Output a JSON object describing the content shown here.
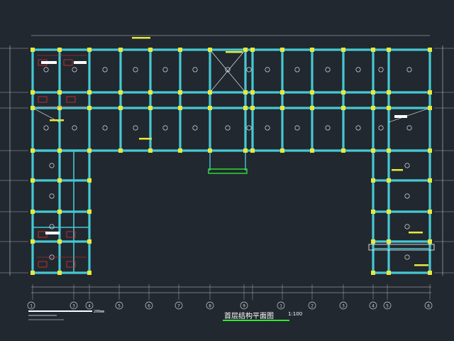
{
  "drawing": {
    "title": "首层结构平面图",
    "scale": "1:100",
    "colors": {
      "background": "#212830",
      "beam": "#46c8d2",
      "column": "#e8e83c",
      "dim": "#c8c8c8",
      "red": "#e03030",
      "white": "#ffffff",
      "green": "#2ee82e",
      "axis_bubble": "#d0d0d0"
    },
    "axis_labels_bottom": [
      "1",
      "3",
      "4",
      "5",
      "6",
      "7",
      "8",
      "9",
      "1",
      "2",
      "3",
      "4",
      "5",
      "8"
    ],
    "legend_label": "200mm"
  }
}
